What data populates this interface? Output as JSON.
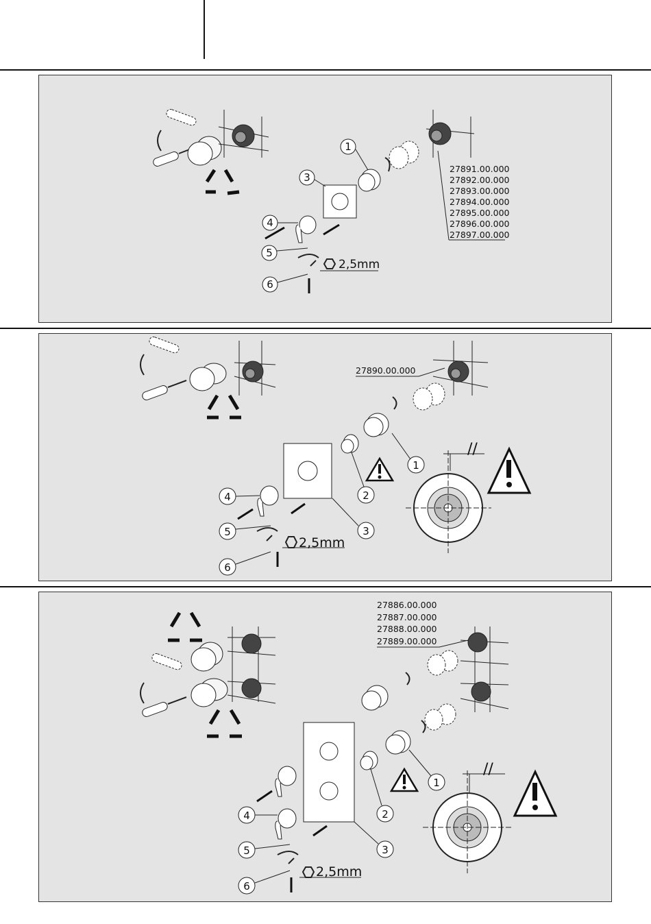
{
  "panels": [
    {
      "part_numbers": [
        "27891.00.000",
        "27892.00.000",
        "27893.00.000",
        "27894.00.000",
        "27895.00.000",
        "27896.00.000",
        "27897.00.000"
      ],
      "callouts": [
        "1",
        "3",
        "4",
        "5",
        "6"
      ],
      "hex_key": "2,5mm"
    },
    {
      "part_numbers": [
        "27890.00.000"
      ],
      "callouts": [
        "1",
        "2",
        "3",
        "4",
        "5",
        "6"
      ],
      "hex_key": "2,5mm",
      "parallel_mark": "//"
    },
    {
      "part_numbers": [
        "27886.00.000",
        "27887.00.000",
        "27888.00.000",
        "27889.00.000"
      ],
      "callouts": [
        "1",
        "2",
        "3",
        "4",
        "5",
        "6"
      ],
      "hex_key": "2,5mm",
      "parallel_mark": "//"
    }
  ],
  "icons": [
    "recycle-icon",
    "screwdriver-icon",
    "warning-triangle-icon",
    "arrow-icon",
    "hex-key-icon"
  ]
}
